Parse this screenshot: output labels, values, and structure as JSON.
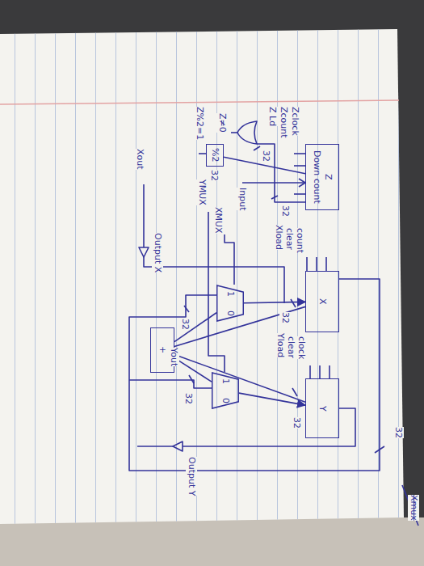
{
  "diagram": {
    "nodes": [
      {
        "text": [
          "Down count",
          "Z"
        ]
      },
      {
        "text": [
          "X"
        ]
      },
      {
        "text": [
          "Y"
        ]
      },
      {
        "text": [
          "%2"
        ]
      },
      {
        "text": [
          "1",
          "0"
        ]
      },
      {
        "text": [
          "1",
          "0"
        ]
      },
      {
        "text": [
          "+"
        ]
      }
    ],
    "edges": [
      {
        "from": 0,
        "to": 3,
        "arrow": "none"
      },
      {
        "from": 4,
        "to": 1,
        "arrow": "to"
      },
      {
        "from": 5,
        "to": 2,
        "arrow": "to"
      },
      {
        "from": 6,
        "to": 4,
        "arrow": "none"
      },
      {
        "from": 6,
        "to": 5,
        "arrow": "none"
      },
      {
        "from": 1,
        "to": 6,
        "arrow": "none"
      },
      {
        "from": 2,
        "to": 6,
        "arrow": "none"
      }
    ],
    "labels": [
      "Input",
      "Z Ld",
      "Zcount",
      "Zclock",
      "32",
      "32",
      "Z≠0",
      "32",
      "Z%2=1",
      "YMUX",
      "XMUX",
      "Xout",
      "Output X",
      "Xload",
      "clear",
      "count",
      "32",
      "32",
      "Yload",
      "clear",
      "clock",
      "32",
      "32",
      "Yout",
      "Output Y",
      "32",
      "Xmux"
    ]
  }
}
